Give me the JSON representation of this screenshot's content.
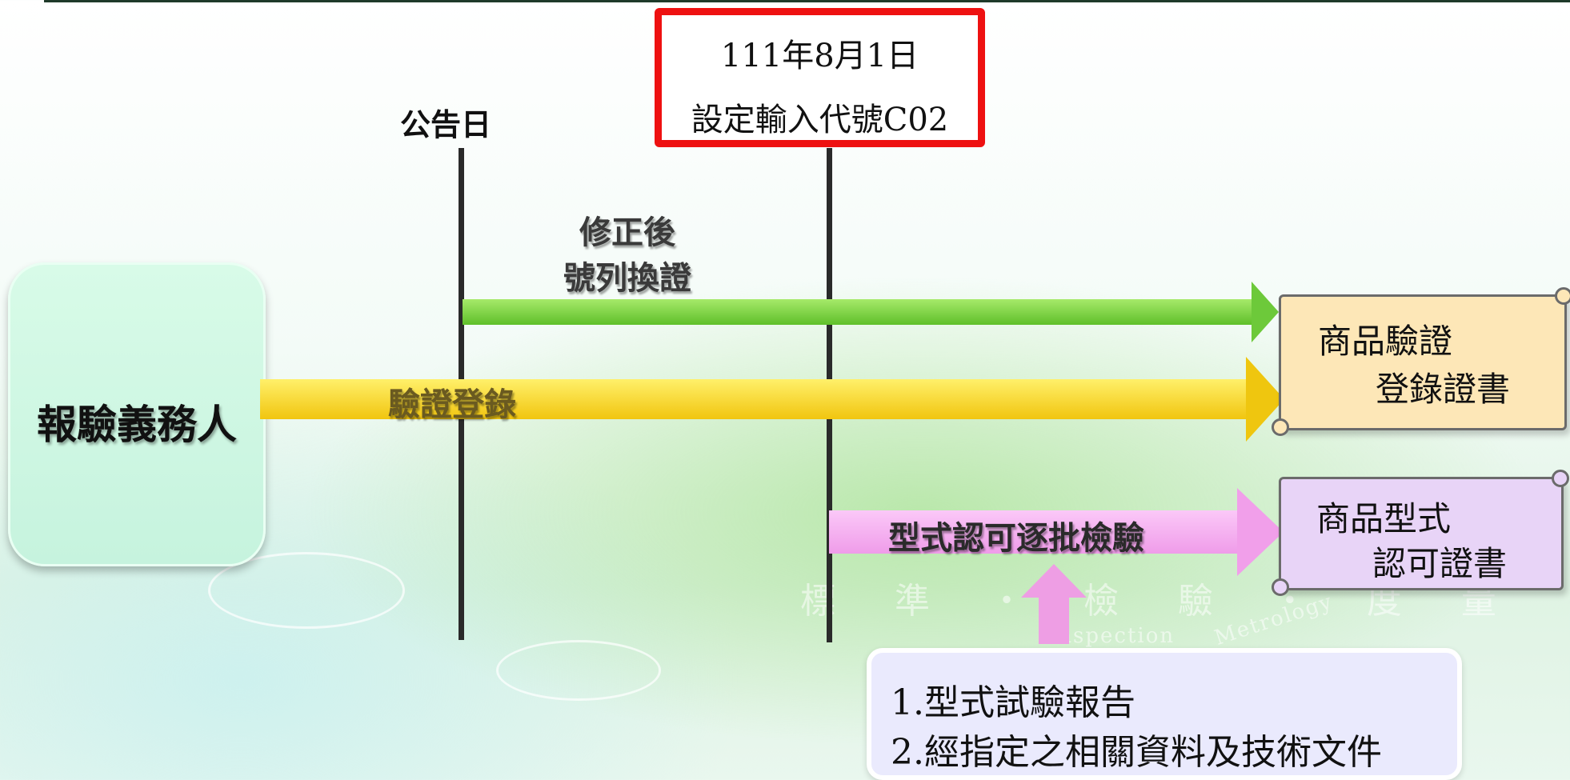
{
  "date_box": {
    "line1": "111年8月1日",
    "line2": "設定輸入代號C02"
  },
  "announce_label": "公告日",
  "entity_label": "報驗義務人",
  "arrows": {
    "green_label_line1": "修正後",
    "green_label_line2": "號列換證",
    "yellow_label": "驗證登錄",
    "pink_label": "型式認可逐批檢驗"
  },
  "certs": {
    "registration": {
      "line1": "商品驗證",
      "line2": "登錄證書"
    },
    "type_approval": {
      "line1": "商品型式",
      "line2": "認可證書"
    }
  },
  "requirements": {
    "item1": "1.型式試驗報告",
    "item2": "2.經指定之相關資料及技術文件"
  },
  "watermark": {
    "chars": "標 準 ・ 檢 驗 ・ 度 量",
    "en1": "Inspection",
    "en2": "Metrology"
  },
  "colors": {
    "green_arrow": "#7ad23a",
    "yellow_arrow": "#f5d21a",
    "pink_arrow": "#f3aaf0",
    "date_border": "#ee1111",
    "cert1_fill": "#fde7b7",
    "cert2_fill": "#e8d4f7",
    "entity_fill": "#cff7e3"
  }
}
